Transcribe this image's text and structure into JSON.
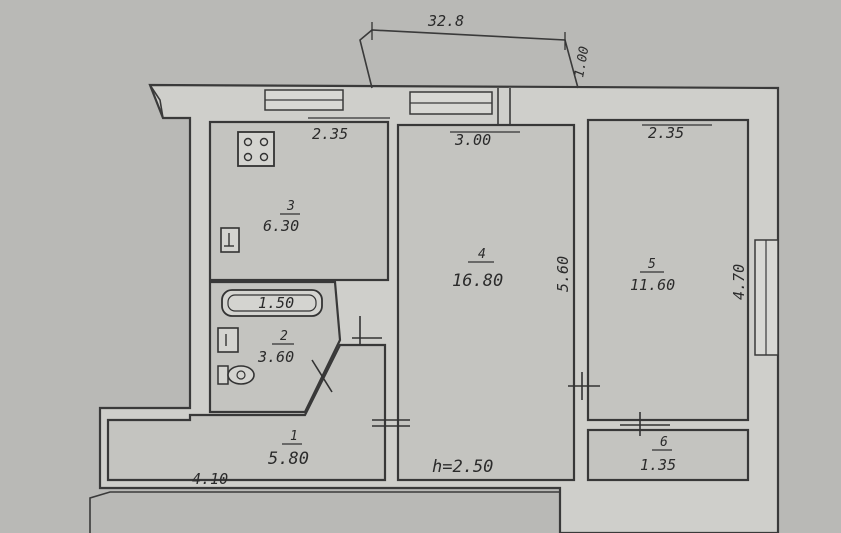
{
  "dimensions": {
    "top_overall": "32.8",
    "top_right": "1.00",
    "kitchen_width": "2.35",
    "middle_width": "3.00",
    "right_room_width": "2.35",
    "room4_depth": "5.60",
    "room5_depth": "4.70",
    "bathtub": "1.50",
    "corridor_length": "4.10",
    "ceiling_height": "h=2.50"
  },
  "rooms": {
    "kitchen": {
      "number": "3",
      "area": "6.30"
    },
    "bathroom": {
      "number": "2",
      "area": "3.60"
    },
    "living_room": {
      "number": "4",
      "area": "16.80"
    },
    "bedroom": {
      "number": "5",
      "area": "11.60"
    },
    "hall": {
      "number": "1",
      "area": "5.80"
    },
    "storage": {
      "number": "6",
      "area": "1.35"
    }
  }
}
